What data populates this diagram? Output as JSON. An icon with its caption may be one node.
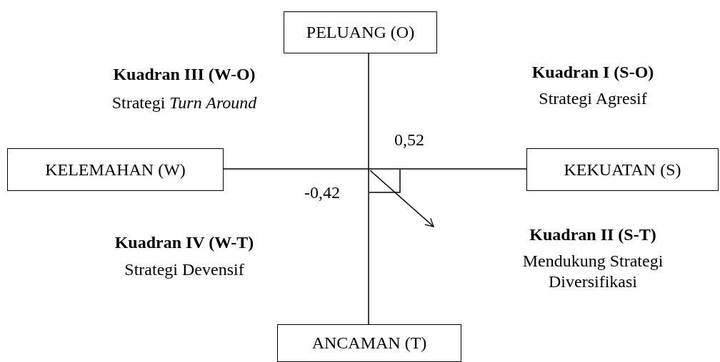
{
  "diagram": {
    "nodes": [
      {
        "text": [
          "PELUANG (O)"
        ]
      },
      {
        "text": [
          "KELEMAHAN (W)"
        ]
      },
      {
        "text": [
          "KEKUATAN (S)"
        ]
      },
      {
        "text": [
          "ANCAMAN (T)"
        ]
      }
    ],
    "edges": [
      {
        "from": 0,
        "to": 3,
        "arrow": "none"
      },
      {
        "from": 1,
        "to": 2,
        "arrow": "none"
      }
    ],
    "labels": [
      "Kuadran III (W-O)",
      "Strategi *Turn Around*",
      "Kuadran I (S-O)",
      "Strategi Agresif",
      "0,52",
      "-0,42",
      "Kuadran IV (W-T)",
      "Strategi Devensif",
      "Kuadran II (S-T)",
      "Mendukung Strategi Diversifikasi"
    ]
  }
}
